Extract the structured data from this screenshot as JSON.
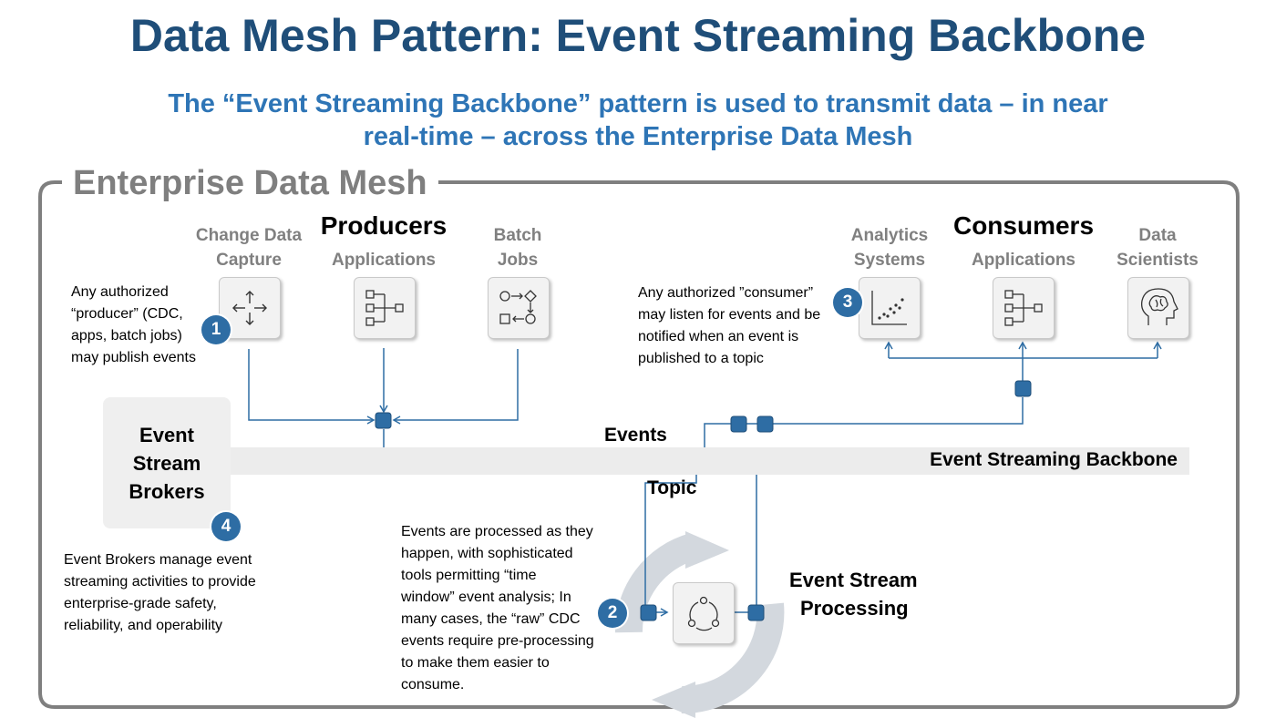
{
  "header": {
    "title": "Data Mesh Pattern: Event Streaming Backbone",
    "subtitle_line1": "The “Event Streaming Backbone” pattern is used to transmit data – in near",
    "subtitle_line2": "real-time – across the Enterprise Data Mesh"
  },
  "mesh": {
    "label": "Enterprise Data Mesh"
  },
  "producers": {
    "heading": "Producers",
    "sources": [
      {
        "line1": "Change Data",
        "line2": "Capture",
        "icon": "arrows-move-icon"
      },
      {
        "line1": "Applications",
        "line2": "",
        "icon": "hierarchy-icon"
      },
      {
        "line1": "Batch",
        "line2": "Jobs",
        "icon": "workflow-icon"
      }
    ]
  },
  "consumers": {
    "heading": "Consumers",
    "targets": [
      {
        "line1": "Analytics",
        "line2": "Systems",
        "icon": "scatter-chart-icon"
      },
      {
        "line1": "Applications",
        "line2": "",
        "icon": "hierarchy-icon"
      },
      {
        "line1": "Data",
        "line2": "Scientists",
        "icon": "brain-head-icon"
      }
    ]
  },
  "notes": {
    "n1": {
      "badge": "1",
      "lines": [
        "Any authorized",
        "“producer” (CDC,",
        "apps, batch jobs)",
        "may publish events"
      ]
    },
    "n2": {
      "badge": "2",
      "lines": [
        "Events are processed as they",
        "happen, with sophisticated",
        "tools permitting “time",
        "window” event analysis; In",
        "many cases, the “raw” CDC",
        "events require pre-processing",
        "to make them easier to",
        "consume."
      ]
    },
    "n3": {
      "badge": "3",
      "lines": [
        "Any authorized ”consumer”",
        "may listen for events and be",
        "notified when an event is",
        "published to a topic"
      ]
    },
    "n4": {
      "badge": "4",
      "lines": [
        "Event Brokers manage event",
        "streaming activities to provide",
        "enterprise-grade safety,",
        "reliability, and operability"
      ]
    }
  },
  "brokers": {
    "lines": [
      "Event",
      "Stream",
      "Brokers"
    ]
  },
  "backbone": {
    "label": "Event Streaming Backbone",
    "events_label": "Events",
    "topic_label": "Topic"
  },
  "processing": {
    "line1": "Event Stream",
    "line2": "Processing",
    "icon": "cycle-icon"
  },
  "colors": {
    "title": "#1f4e79",
    "subtitle": "#2e75b6",
    "node": "#2e6da4",
    "connector": "#2e6da4",
    "frame": "#7f7f7f"
  }
}
